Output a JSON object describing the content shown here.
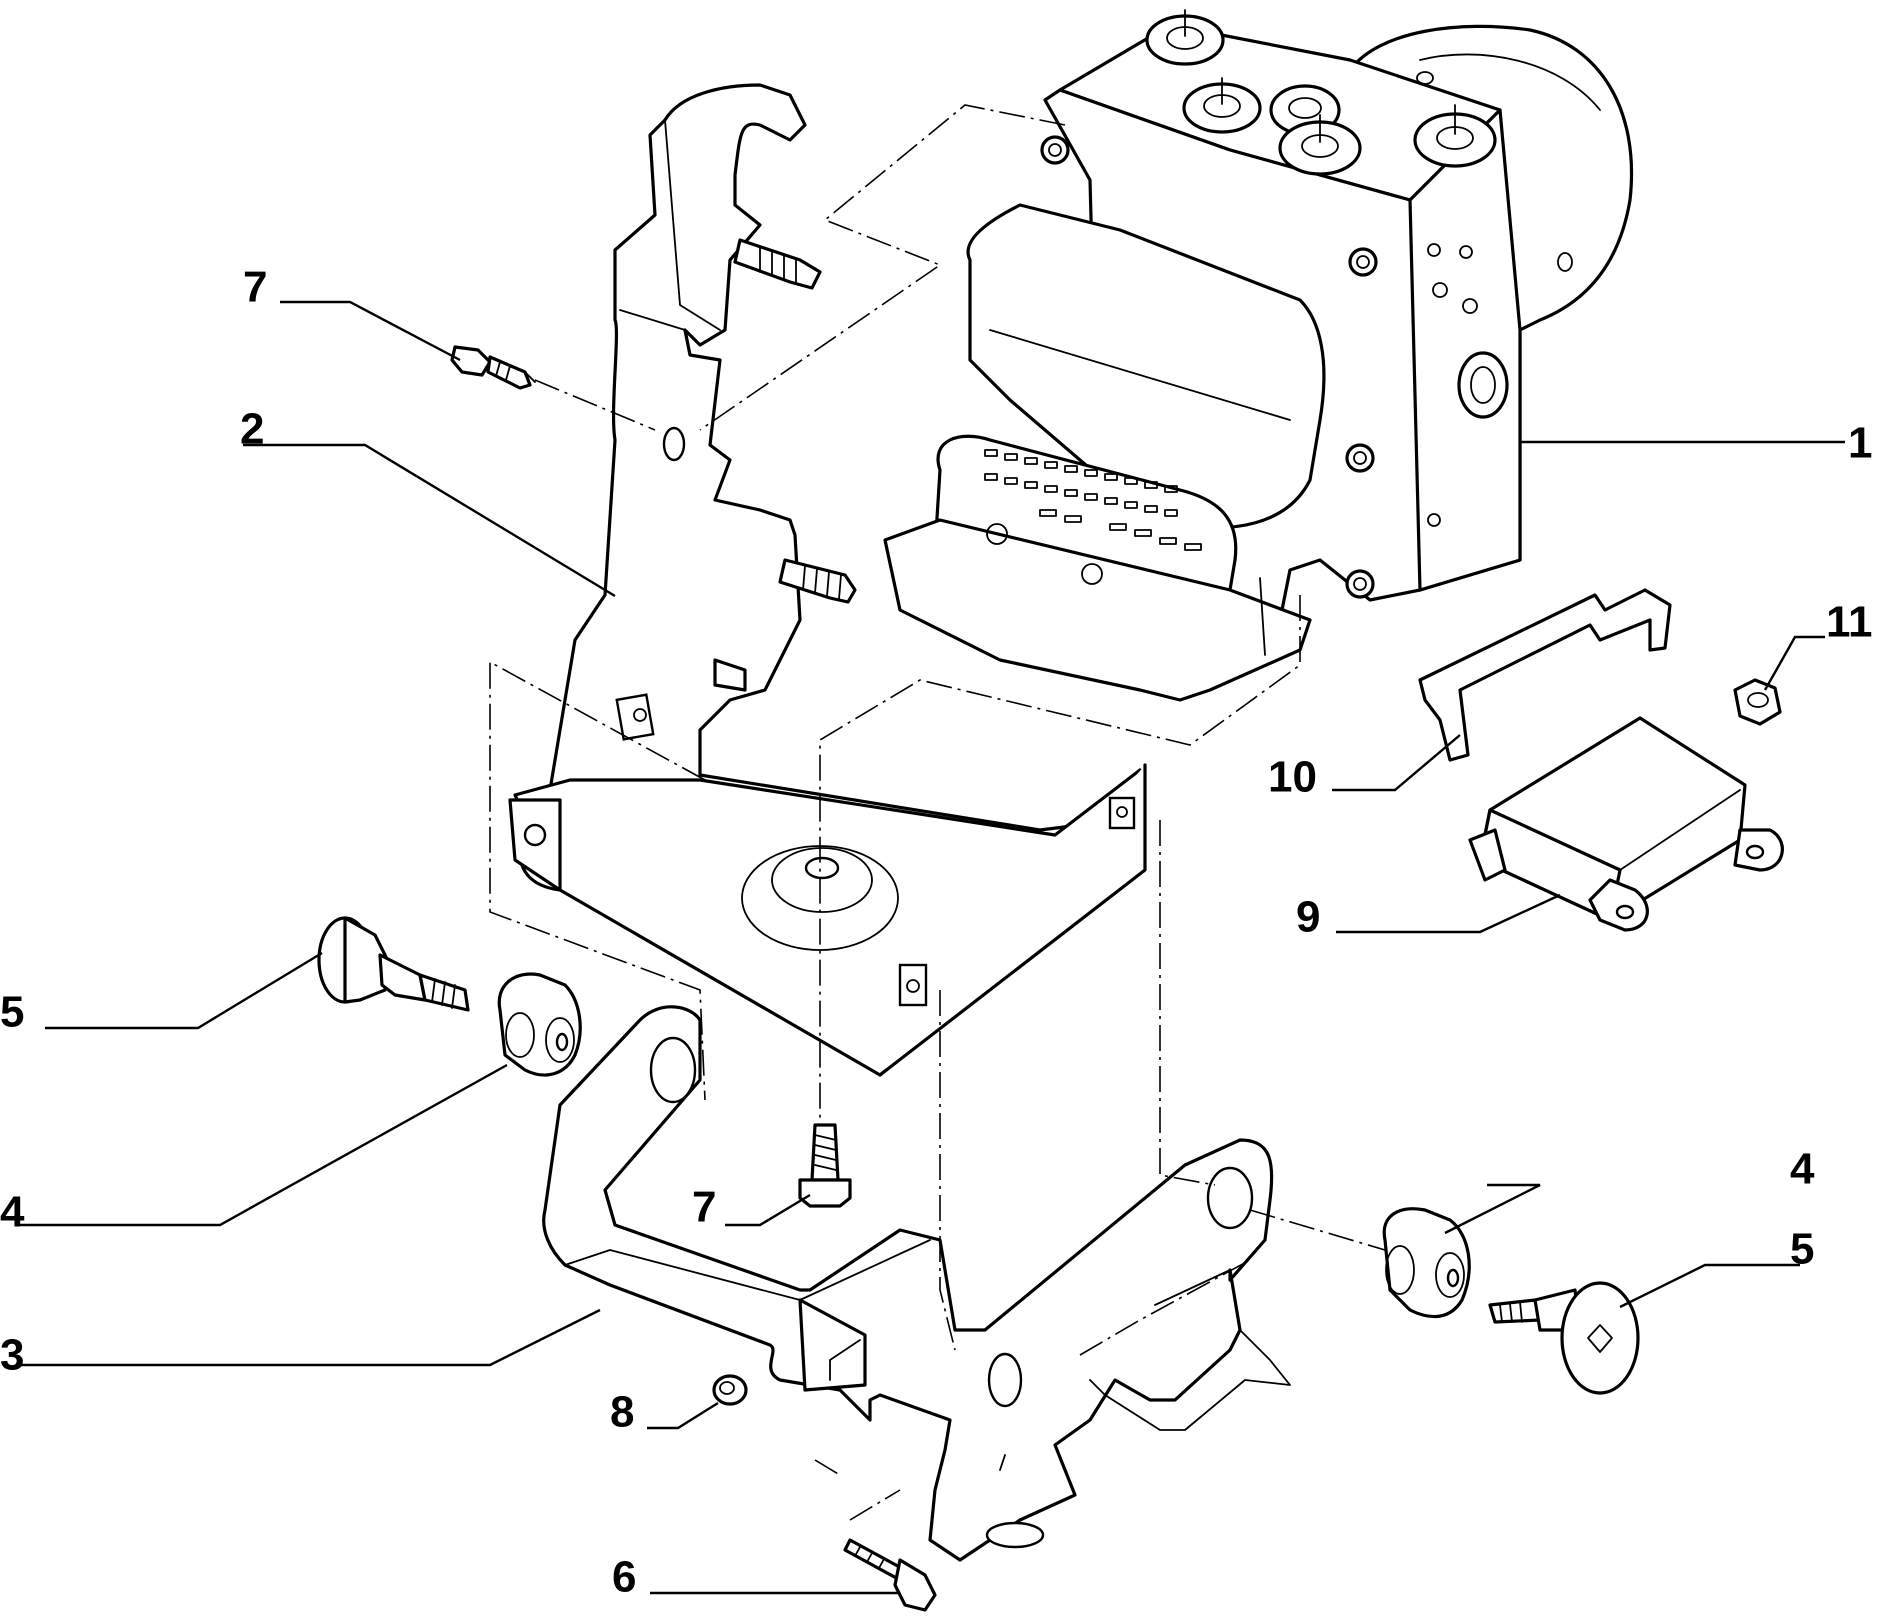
{
  "diagram": {
    "callouts": [
      {
        "label": "1"
      },
      {
        "label": "2"
      },
      {
        "label": "3"
      },
      {
        "label": "4"
      },
      {
        "label": "4"
      },
      {
        "label": "5"
      },
      {
        "label": "5"
      },
      {
        "label": "6"
      },
      {
        "label": "7"
      },
      {
        "label": "7"
      },
      {
        "label": "8"
      },
      {
        "label": "9"
      },
      {
        "label": "10"
      },
      {
        "label": "11"
      }
    ]
  }
}
